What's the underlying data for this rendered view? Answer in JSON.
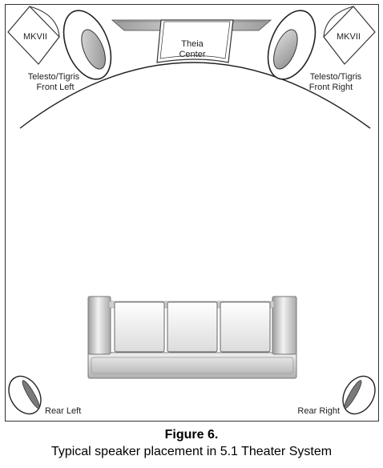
{
  "speakers": {
    "center": [
      "Theia",
      "Center"
    ],
    "front_left": [
      "Telesto/Tigris",
      "Front Left"
    ],
    "front_right": [
      "Telesto/Tigris",
      "Front Right"
    ],
    "sub_left": "MKVII",
    "sub_right": "MKVII",
    "rear_left": "Rear Left",
    "rear_right": "Rear Right"
  },
  "caption": {
    "title": "Figure 6.",
    "subtitle": "Typical speaker placement in 5.1 Theater System"
  }
}
